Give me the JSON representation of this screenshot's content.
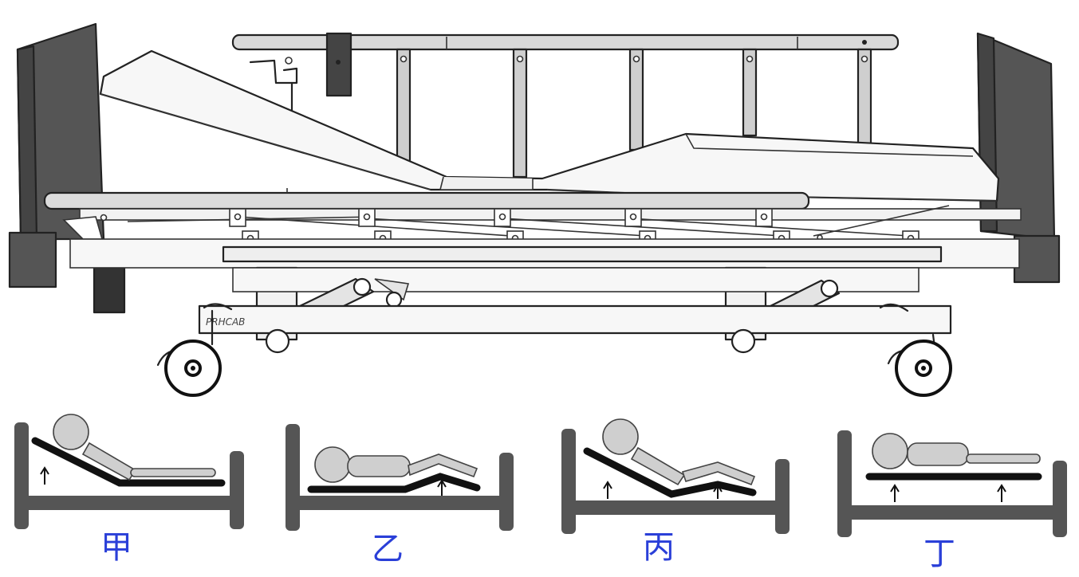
{
  "bed": {
    "brand_mark": "PRHCAB",
    "colors": {
      "headboard": "#555555",
      "rail": "#d0d0d0",
      "frame": "#f2f2f2",
      "mattress": "#f7f7f7",
      "ink": "#222222"
    }
  },
  "panels": [
    {
      "label": "甲",
      "mode": "head-raised"
    },
    {
      "label": "乙",
      "mode": "knee-raised"
    },
    {
      "label": "丙",
      "mode": "head-and-knee-raised"
    },
    {
      "label": "丁",
      "mode": "whole-bed-raised"
    }
  ],
  "colors": {
    "panel_frame": "#555555",
    "platform": "#111111",
    "figure_fill": "#cfcfcf",
    "label": "#2a3fd8"
  }
}
